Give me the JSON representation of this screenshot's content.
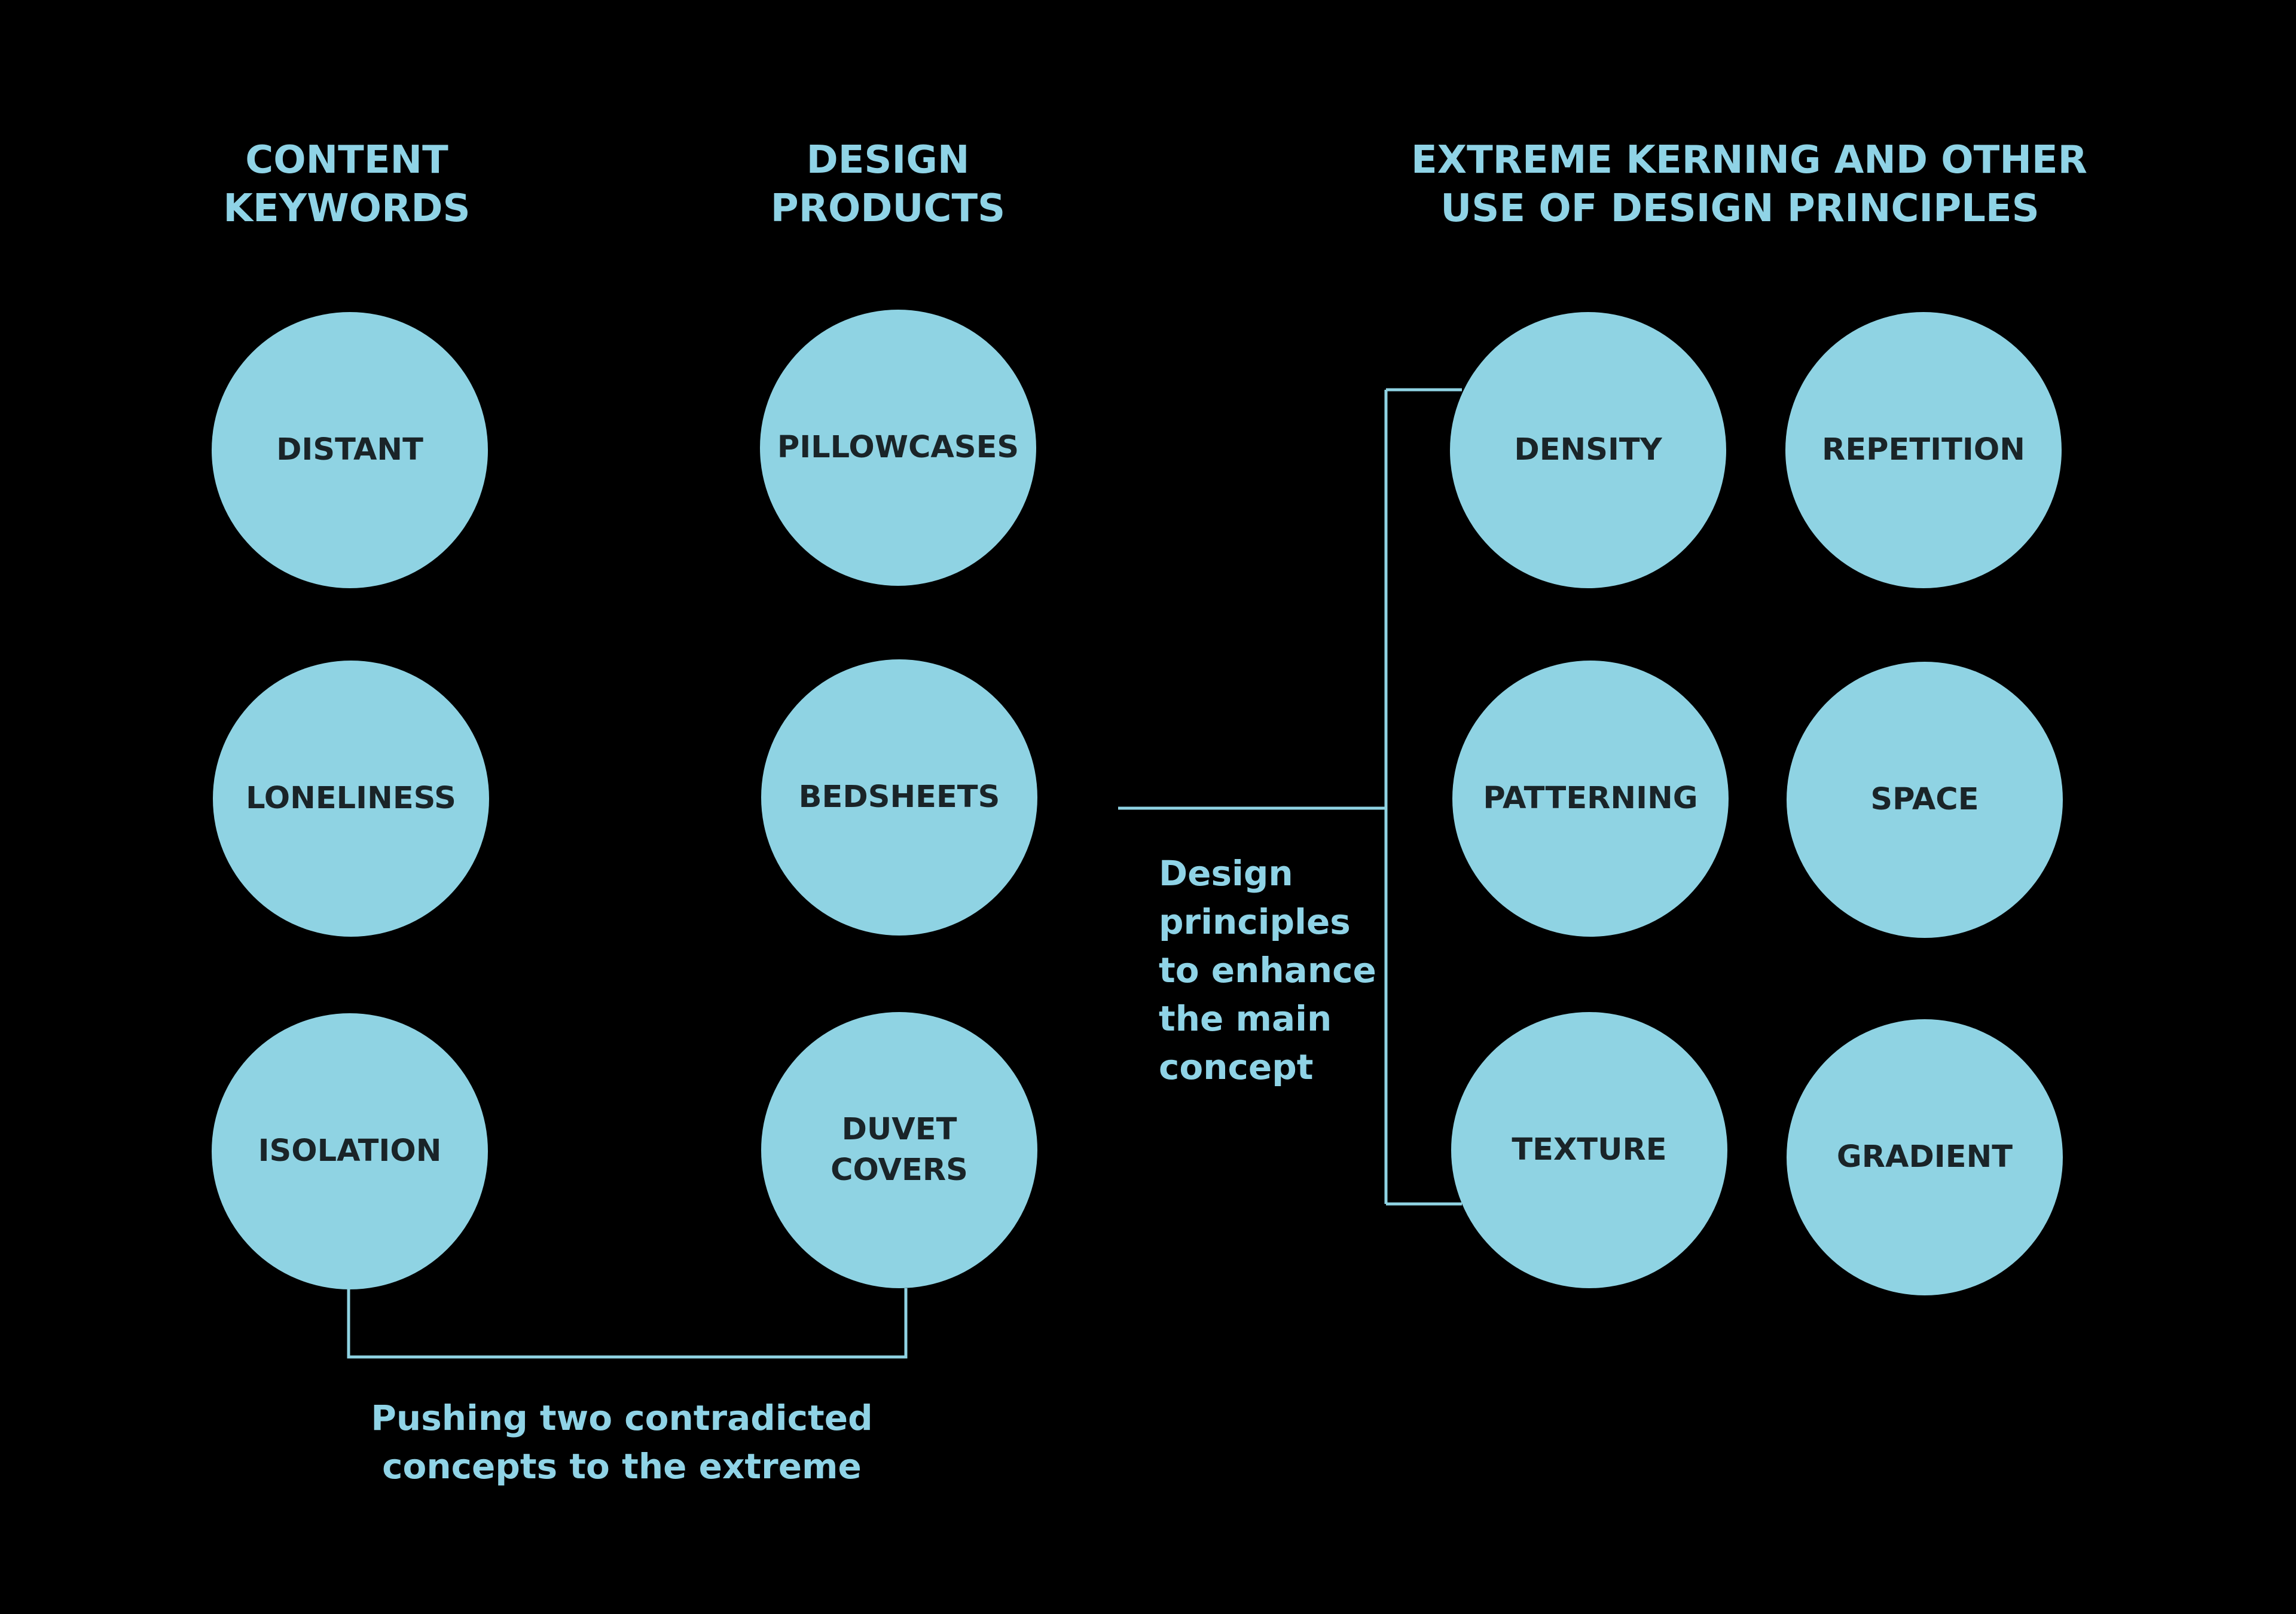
{
  "headings": {
    "content_keywords": [
      "CONTENT",
      "KEYWORDS"
    ],
    "design_products": [
      "DESIGN",
      "PRODUCTS"
    ],
    "design_principles": [
      "EXTREME KERNING AND OTHER",
      "USE OF DESIGN PRINCIPLES"
    ]
  },
  "content_keywords": [
    "DISTANT",
    "LONELINESS",
    "ISOLATION"
  ],
  "design_products": [
    "PILLOWCASES",
    "BEDSHEETS",
    "DUVET\nCOVERS"
  ],
  "design_principles": {
    "left": [
      "DENSITY",
      "PATTERNING",
      "TEXTURE"
    ],
    "right": [
      "REPETITION",
      "SPACE",
      "GRADIENT"
    ]
  },
  "captions": {
    "enhance": "Design\nprinciples\nto enhance\nthe main\nconcept",
    "extreme": "Pushing two contradicted\nconcepts to the extreme"
  },
  "colors": {
    "background": "#000000",
    "circle_fill": "#8fd3e3",
    "accent_text": "#8fd3e6",
    "circle_text": "#1a2428",
    "connector_line": "#8fd3e3"
  }
}
